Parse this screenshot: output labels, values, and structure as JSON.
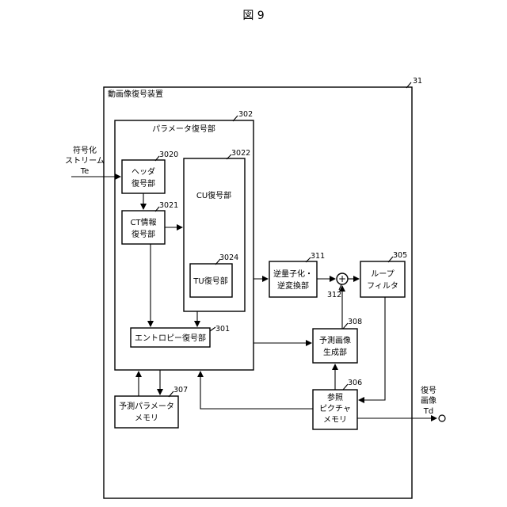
{
  "figure_title": "図 9",
  "device": {
    "title": "動画像復号装置",
    "ref": "31"
  },
  "param_decoder": {
    "title": "パラメータ復号部",
    "ref": "302"
  },
  "header_decoder": {
    "line1": "ヘッダ",
    "line2": "復号部",
    "ref": "3020"
  },
  "ct_info_decoder": {
    "line1": "CT情報",
    "line2": "復号部",
    "ref": "3021"
  },
  "cu_decoder": {
    "label": "CU復号部",
    "ref": "3022"
  },
  "tu_decoder": {
    "label": "TU復号部",
    "ref": "3024"
  },
  "entropy_decoder": {
    "label": "エントロピー復号部",
    "ref": "301"
  },
  "pred_param_memory": {
    "line1": "予測パラメータ",
    "line2": "メモリ",
    "ref": "307"
  },
  "inverse_quant": {
    "line1": "逆量子化・",
    "line2": "逆変換部",
    "ref": "311"
  },
  "adder": {
    "symbol": "+",
    "ref": "312"
  },
  "loop_filter": {
    "line1": "ループ",
    "line2": "フィルタ",
    "ref": "305"
  },
  "pred_image_gen": {
    "line1": "予測画像",
    "line2": "生成部",
    "ref": "308"
  },
  "ref_picture_memory": {
    "line1": "参照",
    "line2": "ピクチャ",
    "line3": "メモリ",
    "ref": "306"
  },
  "input_stream": {
    "line1": "符号化",
    "line2": "ストリーム",
    "line3": "Te"
  },
  "output_image": {
    "line1": "復号",
    "line2": "画像",
    "line3": "Td"
  }
}
